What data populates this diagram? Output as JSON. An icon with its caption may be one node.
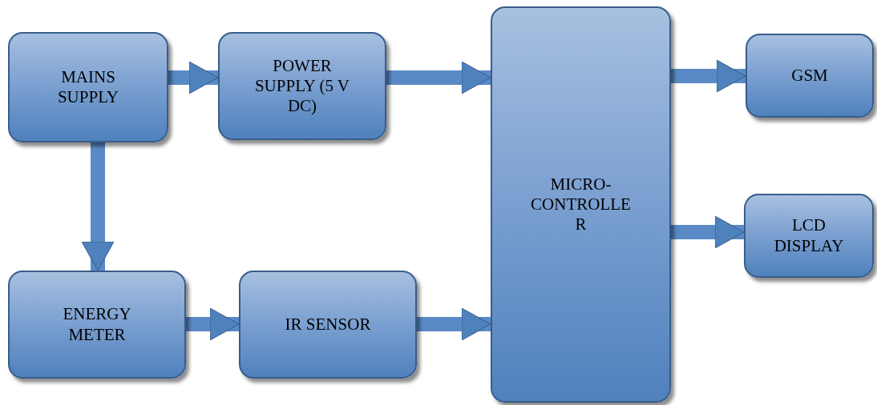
{
  "diagram": {
    "nodes": [
      {
        "text": [
          "MAINS SUPPLY"
        ]
      },
      {
        "text": [
          "POWER SUPPLY (5 V DC)"
        ]
      },
      {
        "text": [
          "MICRO- CONTROLLE R"
        ]
      },
      {
        "text": [
          "GSM"
        ]
      },
      {
        "text": [
          "LCD DISPLAY"
        ]
      },
      {
        "text": [
          "ENERGY METER"
        ]
      },
      {
        "text": [
          "IR SENSOR"
        ]
      }
    ],
    "edges": [
      {
        "from": 0,
        "to": 1,
        "arrow": "to"
      },
      {
        "from": 1,
        "to": 2,
        "arrow": "to"
      },
      {
        "from": 2,
        "to": 3,
        "arrow": "to"
      },
      {
        "from": 2,
        "to": 4,
        "arrow": "to"
      },
      {
        "from": 0,
        "to": 5,
        "arrow": "to"
      },
      {
        "from": 5,
        "to": 6,
        "arrow": "to"
      },
      {
        "from": 6,
        "to": 2,
        "arrow": "to"
      }
    ]
  }
}
